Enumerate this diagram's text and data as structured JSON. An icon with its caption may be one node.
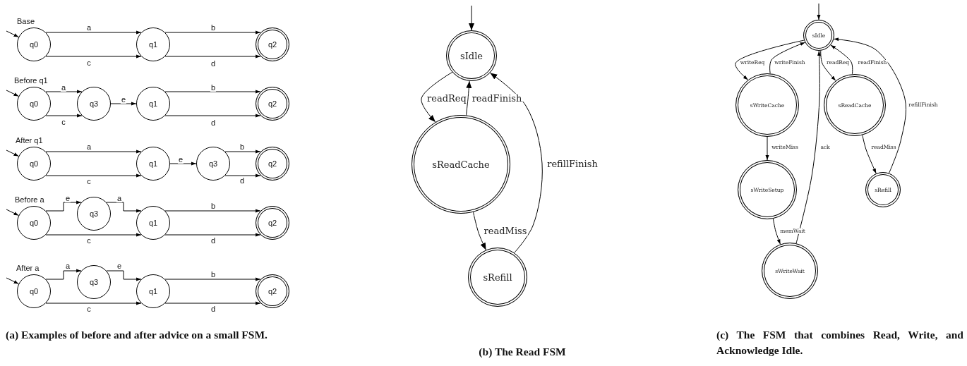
{
  "diagram": {
    "nodes": [
      {
        "text": [
          "q0"
        ]
      },
      {
        "text": [
          "q1"
        ]
      },
      {
        "text": [
          "q2"
        ]
      },
      {
        "text": [
          "q0"
        ]
      },
      {
        "text": [
          "q3"
        ]
      },
      {
        "text": [
          "q1"
        ]
      },
      {
        "text": [
          "q2"
        ]
      },
      {
        "text": [
          "q0"
        ]
      },
      {
        "text": [
          "q1"
        ]
      },
      {
        "text": [
          "q3"
        ]
      },
      {
        "text": [
          "q2"
        ]
      },
      {
        "text": [
          "q0"
        ]
      },
      {
        "text": [
          "q3"
        ]
      },
      {
        "text": [
          "q1"
        ]
      },
      {
        "text": [
          "q2"
        ]
      },
      {
        "text": [
          "q0"
        ]
      },
      {
        "text": [
          "q3"
        ]
      },
      {
        "text": [
          "q1"
        ]
      },
      {
        "text": [
          "q2"
        ]
      },
      {
        "text": [
          "sIdle"
        ]
      },
      {
        "text": [
          "sReadCache"
        ]
      },
      {
        "text": [
          "sRefill"
        ]
      },
      {
        "text": [
          "sIdle"
        ]
      },
      {
        "text": [
          "sWriteCache"
        ]
      },
      {
        "text": [
          "sReadCache"
        ]
      },
      {
        "text": [
          "sWriteSetup"
        ]
      },
      {
        "text": [
          "sRefill"
        ]
      },
      {
        "text": [
          "sWriteWait"
        ]
      }
    ],
    "edges": [
      {
        "from": null,
        "to": 0,
        "arrow": "to"
      },
      {
        "from": 0,
        "to": 1,
        "arrow": "to",
        "label": "a"
      },
      {
        "from": 0,
        "to": 1,
        "arrow": "to",
        "label": "c"
      },
      {
        "from": 1,
        "to": 2,
        "arrow": "to",
        "label": "b"
      },
      {
        "from": 1,
        "to": 2,
        "arrow": "to",
        "label": "d"
      },
      {
        "from": null,
        "to": 3,
        "arrow": "to"
      },
      {
        "from": 3,
        "to": 4,
        "arrow": "to",
        "label": "a"
      },
      {
        "from": 3,
        "to": 4,
        "arrow": "to",
        "label": "c"
      },
      {
        "from": 4,
        "to": 5,
        "arrow": "to",
        "label": "e"
      },
      {
        "from": 5,
        "to": 6,
        "arrow": "to",
        "label": "b"
      },
      {
        "from": 5,
        "to": 6,
        "arrow": "to",
        "label": "d"
      },
      {
        "from": null,
        "to": 7,
        "arrow": "to"
      },
      {
        "from": 7,
        "to": 8,
        "arrow": "to",
        "label": "a"
      },
      {
        "from": 7,
        "to": 8,
        "arrow": "to",
        "label": "c"
      },
      {
        "from": 8,
        "to": 9,
        "arrow": "to",
        "label": "e"
      },
      {
        "from": 9,
        "to": 10,
        "arrow": "to",
        "label": "b"
      },
      {
        "from": 9,
        "to": 10,
        "arrow": "to",
        "label": "d"
      },
      {
        "from": null,
        "to": 11,
        "arrow": "to"
      },
      {
        "from": 11,
        "to": 12,
        "arrow": "to",
        "label": "e"
      },
      {
        "from": 12,
        "to": 13,
        "arrow": "to",
        "label": "a"
      },
      {
        "from": 11,
        "to": 13,
        "arrow": "to",
        "label": "c"
      },
      {
        "from": 13,
        "to": 14,
        "arrow": "to",
        "label": "b"
      },
      {
        "from": 13,
        "to": 14,
        "arrow": "to",
        "label": "d"
      },
      {
        "from": null,
        "to": 15,
        "arrow": "to"
      },
      {
        "from": 15,
        "to": 16,
        "arrow": "to",
        "label": "a"
      },
      {
        "from": 16,
        "to": 17,
        "arrow": "to",
        "label": "e"
      },
      {
        "from": 15,
        "to": 17,
        "arrow": "to",
        "label": "c"
      },
      {
        "from": 17,
        "to": 18,
        "arrow": "to",
        "label": "b"
      },
      {
        "from": 17,
        "to": 18,
        "arrow": "to",
        "label": "d"
      },
      {
        "from": null,
        "to": 19,
        "arrow": "to"
      },
      {
        "from": 19,
        "to": 20,
        "arrow": "to",
        "label": "readReq"
      },
      {
        "from": 20,
        "to": 19,
        "arrow": "to",
        "label": "readFinish"
      },
      {
        "from": 20,
        "to": 21,
        "arrow": "to",
        "label": "readMiss"
      },
      {
        "from": 21,
        "to": 19,
        "arrow": "to",
        "label": "refillFinish"
      },
      {
        "from": null,
        "to": 22,
        "arrow": "to"
      },
      {
        "from": 22,
        "to": 23,
        "arrow": "to",
        "label": "writeReq"
      },
      {
        "from": 23,
        "to": 22,
        "arrow": "to",
        "label": "writeFinish"
      },
      {
        "from": 22,
        "to": 24,
        "arrow": "to",
        "label": "readReq"
      },
      {
        "from": 24,
        "to": 22,
        "arrow": "to",
        "label": "readFinish"
      },
      {
        "from": 23,
        "to": 25,
        "arrow": "to",
        "label": "writeMiss"
      },
      {
        "from": 25,
        "to": 27,
        "arrow": "to",
        "label": "memWait"
      },
      {
        "from": 27,
        "to": 22,
        "arrow": "to",
        "label": "ack"
      },
      {
        "from": 24,
        "to": 26,
        "arrow": "to",
        "label": "readMiss"
      },
      {
        "from": 26,
        "to": 22,
        "arrow": "to",
        "label": "refillFinish"
      }
    ],
    "labels": [
      "Base",
      "Before q1",
      "After q1",
      "Before a",
      "After a",
      "(a) Examples of before and after advice on a small FSM.",
      "(b) The Read FSM",
      "(c) The FSM that combines Read, Write, and Acknowledge Idle."
    ]
  }
}
